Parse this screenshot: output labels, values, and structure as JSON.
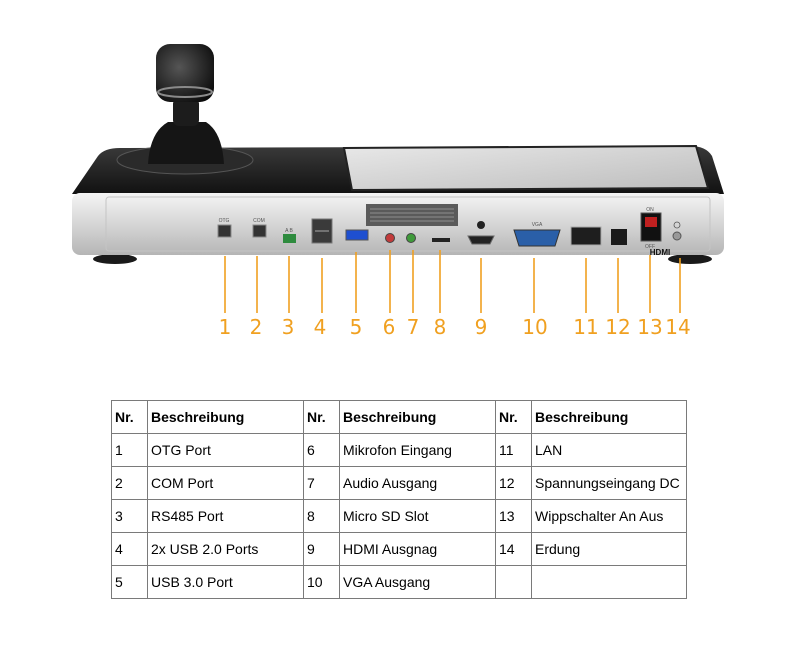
{
  "figure": {
    "port_marks": {
      "otg": "OTG",
      "com": "COM",
      "rs485": "A B",
      "vga": "VGA",
      "hdmi_logo": "HDMI",
      "switch_on": "ON",
      "switch_off": "OFF"
    },
    "callouts": [
      "1",
      "2",
      "3",
      "4",
      "5",
      "6",
      "7",
      "8",
      "9",
      "10",
      "11",
      "12",
      "13",
      "14"
    ],
    "callout_color": "#f0a020"
  },
  "table": {
    "headers": [
      {
        "nr": "Nr.",
        "desc": "Beschreibung"
      },
      {
        "nr": "Nr.",
        "desc": "Beschreibung"
      },
      {
        "nr": "Nr.",
        "desc": "Beschreibung"
      }
    ],
    "rows": [
      [
        {
          "nr": "1",
          "desc": "OTG Port"
        },
        {
          "nr": "6",
          "desc": "Mikrofon Eingang"
        },
        {
          "nr": "11",
          "desc": "LAN"
        }
      ],
      [
        {
          "nr": "2",
          "desc": "COM Port"
        },
        {
          "nr": "7",
          "desc": "Audio Ausgang"
        },
        {
          "nr": "12",
          "desc": "Spannungseingang DC"
        }
      ],
      [
        {
          "nr": "3",
          "desc": "RS485 Port"
        },
        {
          "nr": "8",
          "desc": "Micro SD Slot"
        },
        {
          "nr": "13",
          "desc": "Wippschalter An Aus"
        }
      ],
      [
        {
          "nr": "4",
          "desc": "2x USB 2.0 Ports"
        },
        {
          "nr": "9",
          "desc": "HDMI Ausgnag"
        },
        {
          "nr": "14",
          "desc": "Erdung"
        }
      ],
      [
        {
          "nr": "5",
          "desc": "USB 3.0 Port"
        },
        {
          "nr": "10",
          "desc": "VGA Ausgang"
        },
        {
          "nr": "",
          "desc": ""
        }
      ]
    ]
  }
}
